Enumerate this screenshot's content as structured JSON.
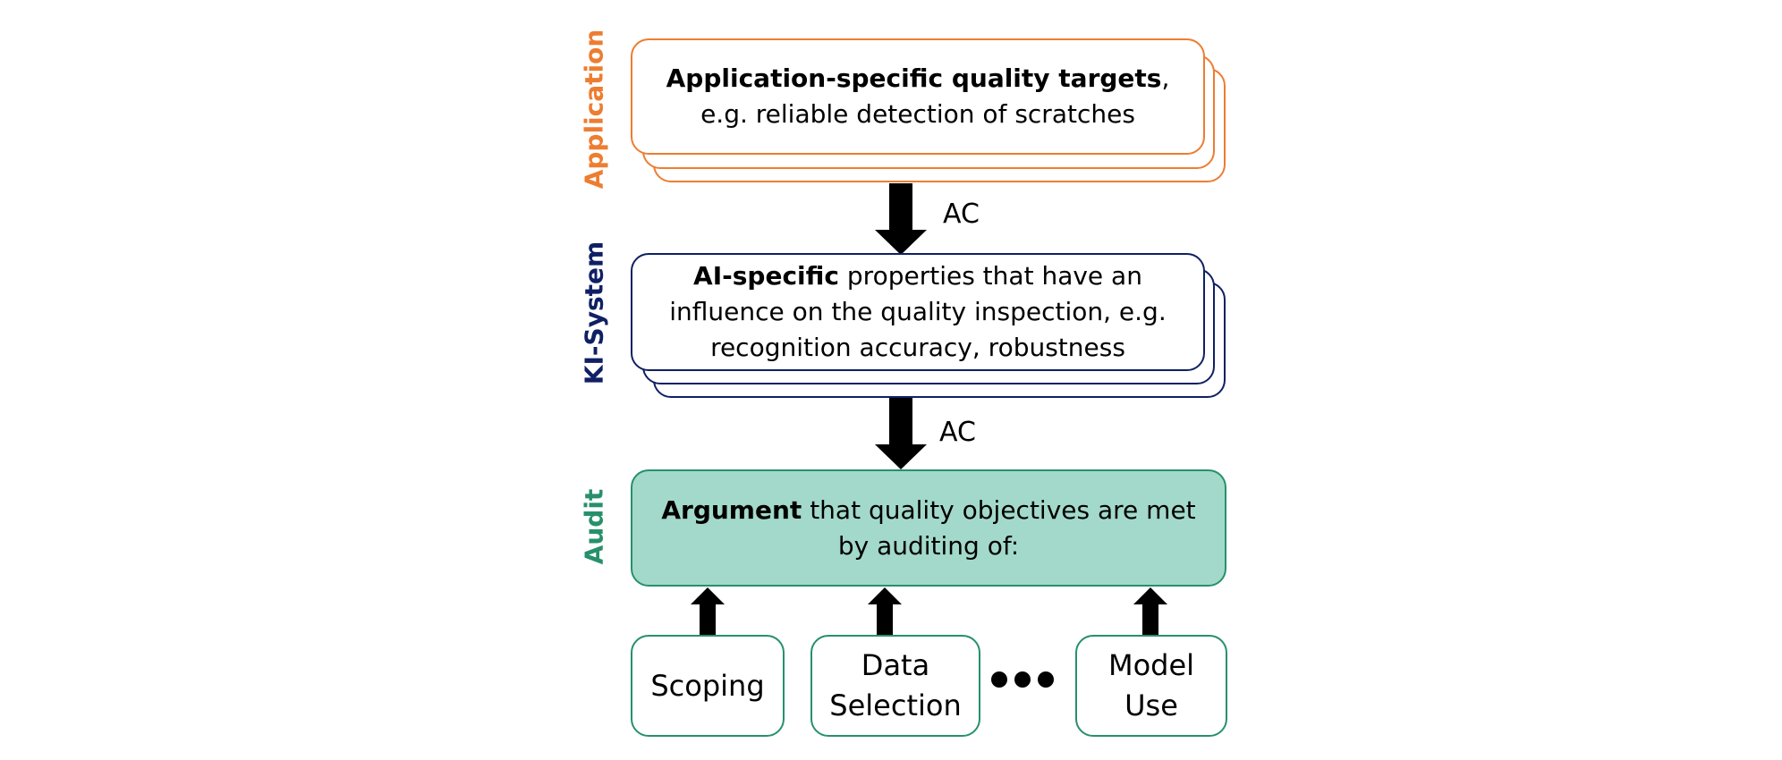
{
  "levels": {
    "application": {
      "label": "Application",
      "color": "#ED7D31",
      "text_bold": "Application-specific quality targets",
      "text_rest": ", e.g. reliable detection of scratches"
    },
    "ki_system": {
      "label": "KI-System",
      "color": "#0F2064",
      "text_bold": "AI-specific",
      "text_rest": " properties that have an influence on the quality inspection, e.g. recognition accuracy, robustness"
    },
    "audit": {
      "label": "Audit",
      "color": "#27906B",
      "fill": "#A3D9CA",
      "text_bold": "Argument",
      "text_rest": " that quality objectives are met by auditing of:"
    }
  },
  "connectors": {
    "ac_upper": "AC",
    "ac_lower": "AC"
  },
  "steps": [
    {
      "label": "Scoping"
    },
    {
      "label": "Data Selection"
    },
    {
      "label": "Model Use"
    }
  ]
}
